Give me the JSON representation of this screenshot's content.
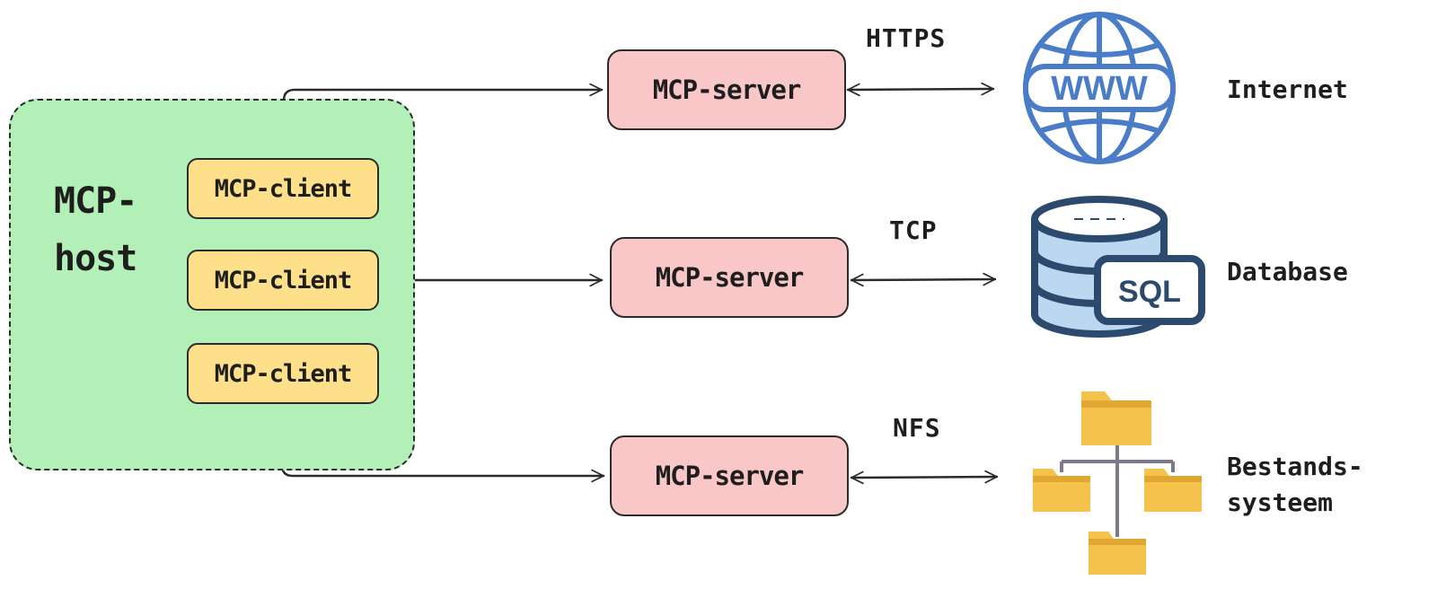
{
  "host": {
    "label": "MCP-\nhost"
  },
  "clients": [
    {
      "label": "MCP-client"
    },
    {
      "label": "MCP-client"
    },
    {
      "label": "MCP-client"
    }
  ],
  "servers": [
    {
      "label": "MCP-server",
      "protocol": "HTTPS",
      "resource": "Internet",
      "icon": "globe-www-icon"
    },
    {
      "label": "MCP-server",
      "protocol": "TCP",
      "resource": "Database",
      "icon": "sql-database-icon"
    },
    {
      "label": "MCP-server",
      "protocol": "NFS",
      "resource": "Bestands-\nsysteem",
      "icon": "folder-tree-icon"
    }
  ],
  "sql_badge": "SQL",
  "www_text": "WWW",
  "colors": {
    "host_fill": "#b2f0b7",
    "client_fill": "#ffe08a",
    "server_fill": "#f9c7c7",
    "globe_blue": "#4a7cc7",
    "db_navy": "#2c4a6e",
    "db_fill": "#bcd7f0",
    "folder_yellow": "#f5c24b"
  }
}
